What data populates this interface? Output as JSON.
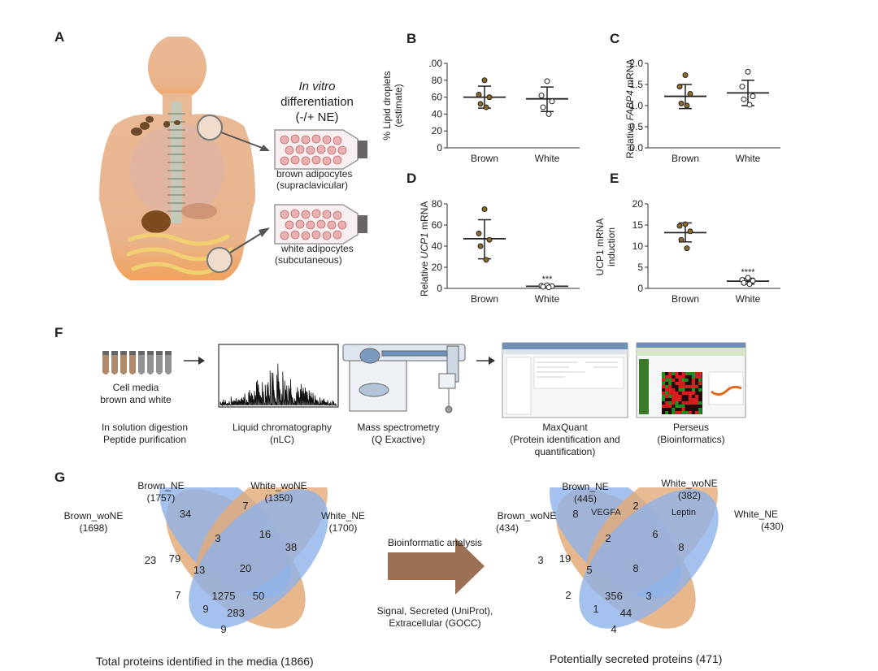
{
  "panel_labels": {
    "a": "A",
    "b": "B",
    "c": "C",
    "d": "D",
    "e": "E",
    "f": "F",
    "g": "G"
  },
  "panel_a": {
    "in_vitro": "In vitro",
    "differentiation": "differentiation",
    "ne": "(-/+ NE)",
    "brown_line1": "brown adipocytes",
    "brown_line2": "(supraclavicular)",
    "white_line1": "white adipocytes",
    "white_line2": "(subcutaneous)"
  },
  "chart_data": [
    {
      "id": "B",
      "type": "scatter",
      "ylabel_line1": "% Lipid droplets",
      "ylabel_line2": "(estimate)",
      "categories": [
        "Brown",
        "White"
      ],
      "ylim": [
        0,
        100
      ],
      "yticks": [
        0,
        20,
        40,
        60,
        80,
        100
      ],
      "series": [
        {
          "points": [
            80,
            63,
            60,
            52,
            48
          ],
          "mean": 60,
          "sd_low": 47,
          "sd_high": 73,
          "fill": "#8b6a26"
        },
        {
          "points": [
            79,
            62,
            55,
            48,
            40
          ],
          "mean": 58,
          "sd_low": 43,
          "sd_high": 72,
          "fill": "#ffffff"
        }
      ]
    },
    {
      "id": "C",
      "type": "scatter",
      "ylabel_pre": "Relative ",
      "ylabel_italic": "FABP4",
      "ylabel_post": " mRNA",
      "categories": [
        "Brown",
        "White"
      ],
      "ylim": [
        0,
        2.0
      ],
      "yticks": [
        "0.0",
        "0.5",
        "1.0",
        "1.5",
        "2.0"
      ],
      "series": [
        {
          "points": [
            1.72,
            1.45,
            1.28,
            1.05,
            1.0
          ],
          "mean": 1.22,
          "sd_low": 0.93,
          "sd_high": 1.5,
          "fill": "#8b6a26"
        },
        {
          "points": [
            1.8,
            1.45,
            1.22,
            1.15,
            1.02
          ],
          "mean": 1.3,
          "sd_low": 1.0,
          "sd_high": 1.6,
          "fill": "#ffffff"
        }
      ]
    },
    {
      "id": "D",
      "type": "scatter",
      "ylabel_pre": "Relative ",
      "ylabel_italic": "UCP1",
      "ylabel_post": " mRNA",
      "categories": [
        "Brown",
        "White"
      ],
      "ylim": [
        0,
        80
      ],
      "yticks": [
        0,
        20,
        40,
        60,
        80
      ],
      "significance": "***",
      "series": [
        {
          "points": [
            75,
            52,
            46,
            40,
            27
          ],
          "mean": 47,
          "sd_low": 28,
          "sd_high": 65,
          "fill": "#8b6a26"
        },
        {
          "points": [
            3,
            2.5,
            2,
            1.5,
            1
          ],
          "mean": 2,
          "sd_low": 1,
          "sd_high": 3,
          "fill": "#ffffff"
        }
      ]
    },
    {
      "id": "E",
      "type": "scatter",
      "ylabel_line1": "UCP1 mRNA",
      "ylabel_line2": "induction",
      "categories": [
        "Brown",
        "White"
      ],
      "ylim": [
        0,
        20
      ],
      "yticks": [
        0,
        5,
        10,
        15,
        20
      ],
      "significance": "****",
      "series": [
        {
          "points": [
            15.2,
            14.8,
            13.5,
            11.5,
            9.5
          ],
          "mean": 13.2,
          "sd_low": 11,
          "sd_high": 15.5,
          "fill": "#8b6a26"
        },
        {
          "points": [
            2.5,
            2.0,
            1.8,
            1.3,
            1.0
          ],
          "mean": 1.7,
          "sd_low": 1.0,
          "sd_high": 2.4,
          "fill": "#ffffff"
        }
      ]
    }
  ],
  "panel_f": {
    "cell_media_l1": "Cell media",
    "cell_media_l2": "brown and white",
    "digestion_l1": "In solution digestion",
    "digestion_l2": "Peptide purification",
    "lc_l1": "Liquid chromatography",
    "lc_l2": "(nLC)",
    "ms_l1": "Mass spectrometry",
    "ms_l2": "(Q Exactive)",
    "mq_l1": "MaxQuant",
    "mq_l2": "(Protein identification and",
    "mq_l3": "quantification)",
    "perseus_l1": "Perseus",
    "perseus_l2": "(Bioinformatics)"
  },
  "panel_g": {
    "left": {
      "brown_wone": "Brown_woNE",
      "brown_wone_n": "(1698)",
      "brown_ne": "Brown_NE",
      "brown_ne_n": "(1757)",
      "white_wone": "White_woNE",
      "white_wone_n": "(1350)",
      "white_ne": "White_NE",
      "white_ne_n": "(1700)",
      "regions": [
        "23",
        "34",
        "7",
        "38",
        "79",
        "3",
        "16",
        "13",
        "20",
        "1275",
        "7",
        "50",
        "9",
        "283",
        "9"
      ],
      "caption": "Total proteins identified in the media (1866)"
    },
    "arrow_top": "Bioinformatic analysis",
    "arrow_bottom_l1": "Signal, Secreted (UniProt),",
    "arrow_bottom_l2": "Extracellular (GOCC)",
    "right": {
      "brown_wone": "Brown_woNE",
      "brown_wone_n": "(434)",
      "brown_ne": "Brown_NE",
      "brown_ne_n": "(445)",
      "white_wone": "White_woNE",
      "white_wone_n": "(382)",
      "white_ne": "White_NE",
      "white_ne_n": "(430)",
      "vegfa": "VEGFA",
      "leptin": "Leptin",
      "regions": [
        "3",
        "8",
        "2",
        "8",
        "19",
        "2",
        "6",
        "5",
        "8",
        "356",
        "2",
        "3",
        "1",
        "44",
        "4"
      ],
      "caption": "Potentially secreted proteins (471)"
    }
  }
}
